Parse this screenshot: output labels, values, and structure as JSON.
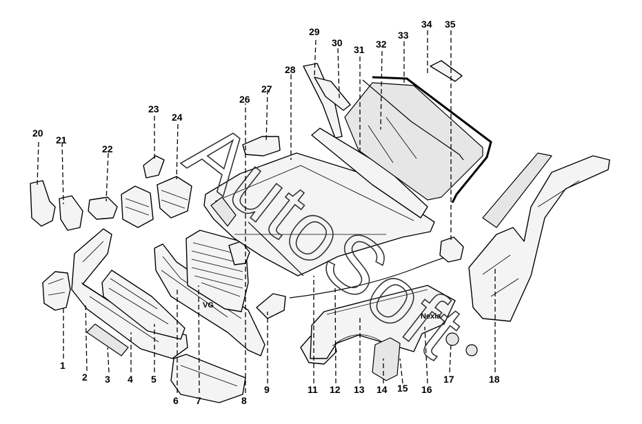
{
  "watermark": "AutoSoft",
  "badges": {
    "emblem": "VG",
    "fender_script": "Nexia"
  },
  "callouts": [
    {
      "id": "1",
      "label": "1"
    },
    {
      "id": "2",
      "label": "2"
    },
    {
      "id": "3",
      "label": "3"
    },
    {
      "id": "4",
      "label": "4"
    },
    {
      "id": "5",
      "label": "5"
    },
    {
      "id": "6",
      "label": "6"
    },
    {
      "id": "7",
      "label": "7"
    },
    {
      "id": "8",
      "label": "8"
    },
    {
      "id": "9",
      "label": "9"
    },
    {
      "id": "11",
      "label": "11"
    },
    {
      "id": "12",
      "label": "12"
    },
    {
      "id": "13",
      "label": "13"
    },
    {
      "id": "14",
      "label": "14"
    },
    {
      "id": "15",
      "label": "15"
    },
    {
      "id": "16",
      "label": "16"
    },
    {
      "id": "17",
      "label": "17"
    },
    {
      "id": "18",
      "label": "18"
    },
    {
      "id": "20",
      "label": "20"
    },
    {
      "id": "21",
      "label": "21"
    },
    {
      "id": "22",
      "label": "22"
    },
    {
      "id": "23",
      "label": "23"
    },
    {
      "id": "24",
      "label": "24"
    },
    {
      "id": "26",
      "label": "26"
    },
    {
      "id": "27",
      "label": "27"
    },
    {
      "id": "28",
      "label": "28"
    },
    {
      "id": "29",
      "label": "29"
    },
    {
      "id": "30",
      "label": "30"
    },
    {
      "id": "31",
      "label": "31"
    },
    {
      "id": "32",
      "label": "32"
    },
    {
      "id": "33",
      "label": "33"
    },
    {
      "id": "34",
      "label": "34"
    },
    {
      "id": "35",
      "label": "35"
    }
  ]
}
